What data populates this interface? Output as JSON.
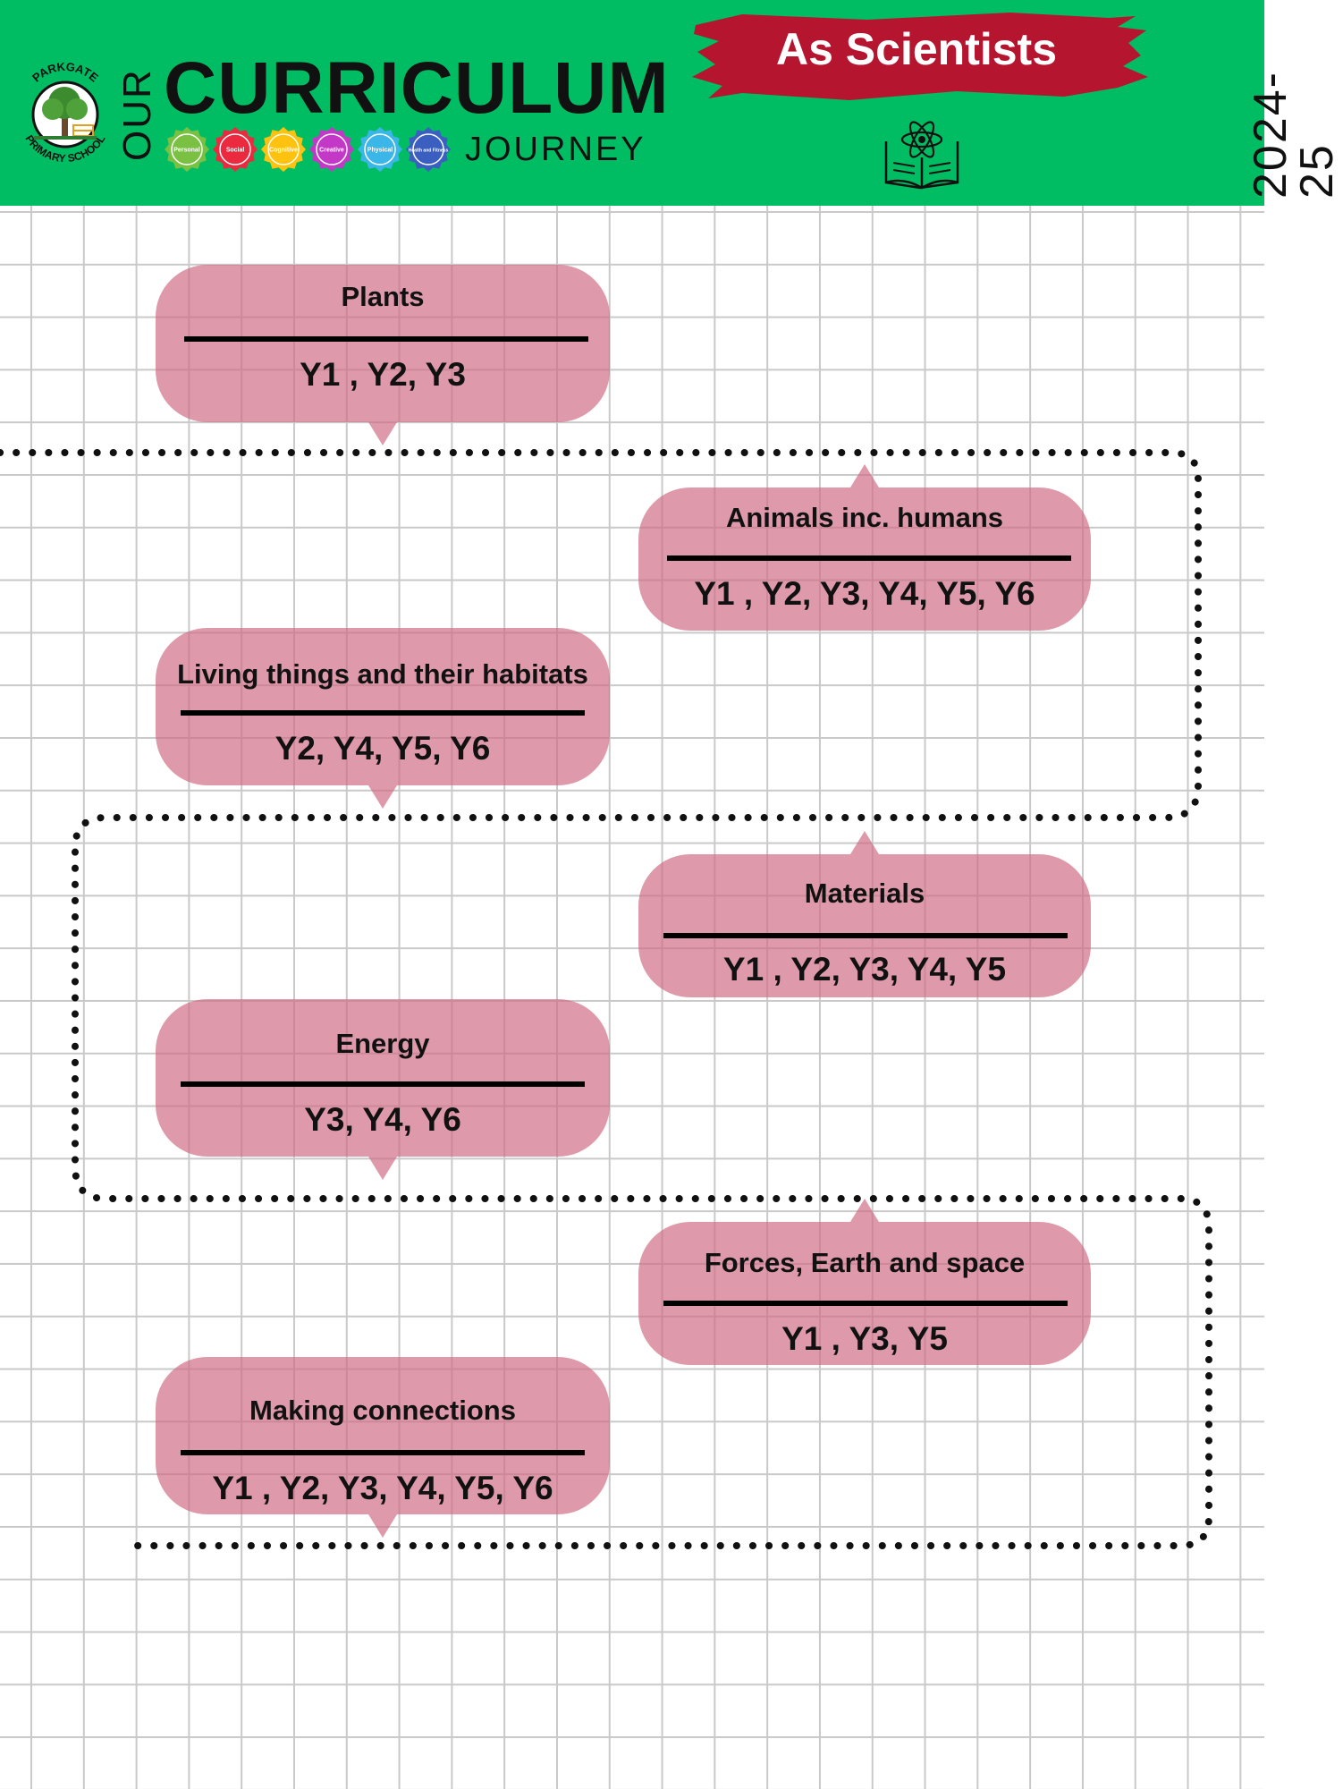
{
  "header": {
    "school_name_top": "PARKGATE",
    "school_name_bottom": "PRIMARY SCHOOL",
    "our": "OUR",
    "curriculum": "CURRICULUM",
    "journey": "JOURNEY",
    "banner": "As Scientists",
    "year": "2024-25",
    "gears": [
      {
        "label": "Personal",
        "color": "#7ac143"
      },
      {
        "label": "Social",
        "color": "#ec2a3f"
      },
      {
        "label": "Cognitive",
        "color": "#ffc20e"
      },
      {
        "label": "Creative",
        "color": "#c438c8"
      },
      {
        "label": "Physical",
        "color": "#3ab6e8"
      },
      {
        "label": "Health and Fitness",
        "color": "#3b5fc0"
      }
    ],
    "colors": {
      "header_bg": "#00bd63",
      "banner": "#b5152f",
      "bubble": "#dc9aa6"
    }
  },
  "topics": [
    {
      "title": "Plants",
      "years": "Y1 , Y2, Y3"
    },
    {
      "title": "Animals inc. humans",
      "years": "Y1 , Y2, Y3, Y4, Y5, Y6"
    },
    {
      "title": "Living things and their habitats",
      "years": "Y2, Y4, Y5, Y6"
    },
    {
      "title": "Materials",
      "years": "Y1 , Y2, Y3, Y4, Y5"
    },
    {
      "title": "Energy",
      "years": "Y3, Y4, Y6"
    },
    {
      "title": "Forces, Earth and space",
      "years": "Y1 , Y3, Y5"
    },
    {
      "title": "Making connections",
      "years": "Y1 , Y2, Y3, Y4, Y5, Y6"
    }
  ]
}
